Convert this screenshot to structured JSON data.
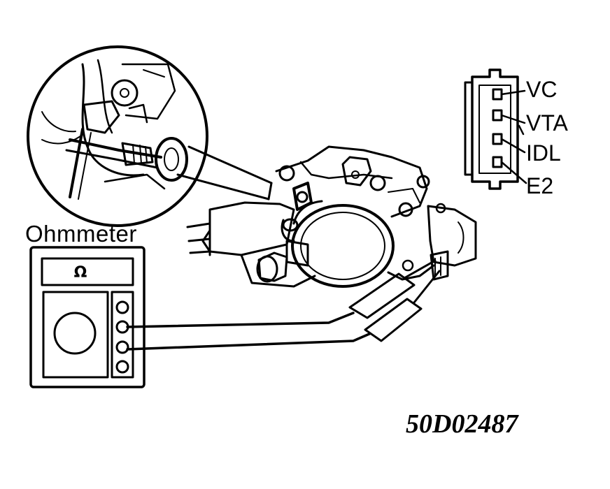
{
  "meter": {
    "title": "Ohmmeter",
    "unit_symbol": "Ω",
    "jack_count": 4
  },
  "connector": {
    "pins": [
      {
        "label": "VC"
      },
      {
        "label": "VTA"
      },
      {
        "label": "IDL"
      },
      {
        "label": "E2"
      }
    ]
  },
  "figure_code": "50D02487",
  "colors": {
    "ink": "#000000",
    "background": "#ffffff"
  }
}
